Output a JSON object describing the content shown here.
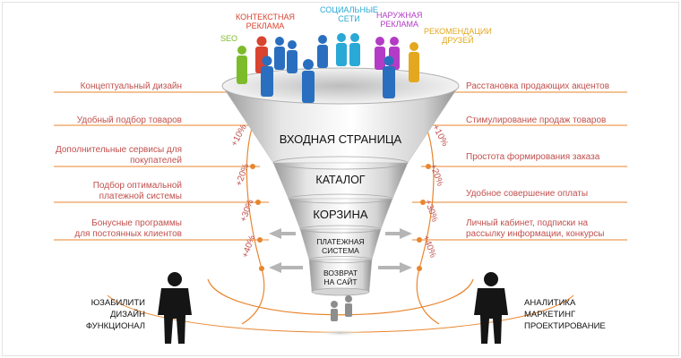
{
  "sources": [
    {
      "label": "SEO",
      "color": "#7dbb2a"
    },
    {
      "label": "КОНТЕКСТНАЯ\nРЕКЛАМА",
      "color": "#d9432f"
    },
    {
      "label": "СОЦИАЛЬНЫЕ\nСЕТИ",
      "color": "#2aa8d6"
    },
    {
      "label": "НАРУЖНАЯ\nРЕКЛАМА",
      "color": "#b43bc6"
    },
    {
      "label": "РЕКОМЕНДАЦИИ\nДРУЗЕЙ",
      "color": "#e3a81f"
    }
  ],
  "stages": [
    {
      "label": "ВХОДНАЯ СТРАНИЦА"
    },
    {
      "label": "КАТАЛОГ"
    },
    {
      "label": "КОРЗИНА"
    },
    {
      "label": "ПЛАТЕЖНАЯ\nСИСТЕМА"
    },
    {
      "label": "ВОЗВРАТ\nНА САЙТ"
    }
  ],
  "left_labels": [
    "Концептуальный дизайн",
    "Удобный подбор товаров",
    "Дополнительные сервисы для\nпокупателей",
    "Подбор оптимальной\nплатежной системы",
    "Бонусные программы\nдля постоянных клиентов"
  ],
  "right_labels": [
    "Расстановка продающих акцентов",
    "Стимулирование продаж товаров",
    "Простота формирования заказа",
    "Удобное совершение оплаты",
    "Личный кабинет, подписки на\nрассылку информации, конкурсы"
  ],
  "left_percents": [
    "+10%",
    "+20%",
    "+30%",
    "+40%"
  ],
  "right_percents": [
    "+10%",
    "+20%",
    "+30%",
    "+40%"
  ],
  "left_group": "ЮЗАБИЛИТИ\nДИЗАЙН\nФУНКЦИОНАЛ",
  "right_group": "АНАЛИТИКА\nМАРКЕТИНГ\nПРОЕКТИРОВАНИЕ",
  "colors": {
    "accent": "#e8862e",
    "label_text": "#c0504d"
  }
}
